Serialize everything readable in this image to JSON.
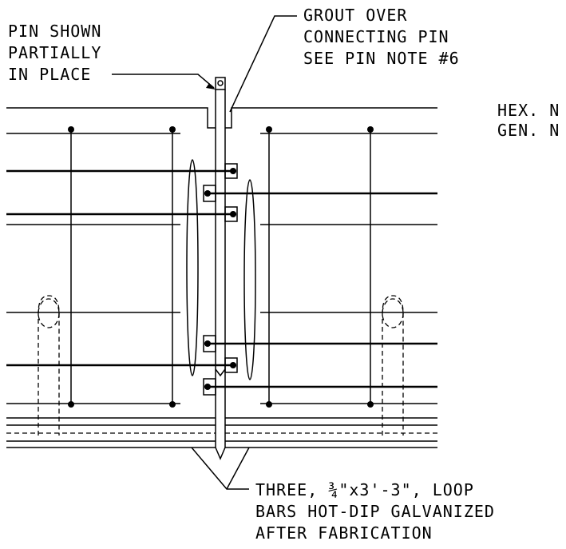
{
  "notes": {
    "pin_shown": [
      "PIN SHOWN",
      "PARTIALLY",
      "IN PLACE"
    ],
    "grout": [
      "GROUT OVER",
      "CONNECTING PIN",
      "SEE PIN NOTE #6"
    ],
    "hex": [
      "HEX. N",
      "GEN. N"
    ],
    "loop_bars": [
      "THREE, ¾\"x3'-3\", LOOP",
      "BARS HOT-DIP GALVANIZED",
      "AFTER FABRICATION"
    ]
  }
}
